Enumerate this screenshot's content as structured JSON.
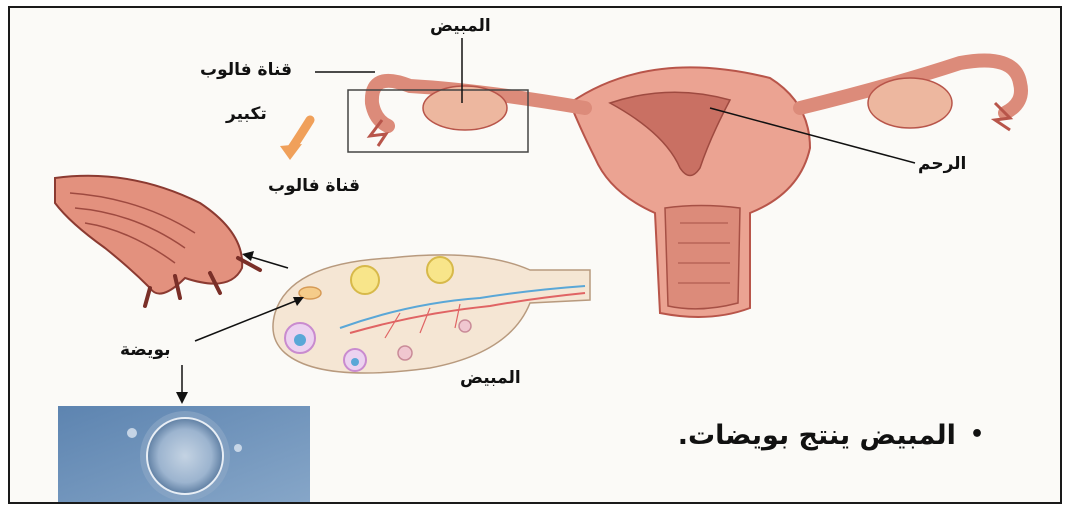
{
  "labels": {
    "ovary_top": "المبيض",
    "fallopian_tube_top": "قناة فالوب",
    "magnify": "تكبير",
    "fallopian_tube_mid": "قناة فالوب",
    "uterus": "الرحم",
    "egg": "بويضة",
    "ovary_bottom": "المبيض"
  },
  "caption": {
    "bullet": "•",
    "text": "المبيض ينتج بويضات."
  },
  "colors": {
    "tissue": "#e8a08e",
    "tissue_dark": "#b8554a",
    "lining": "#c97063",
    "arrow_orange": "#f0a05a",
    "micrograph": "#6f93b8",
    "frame": "#1a1a1a"
  }
}
